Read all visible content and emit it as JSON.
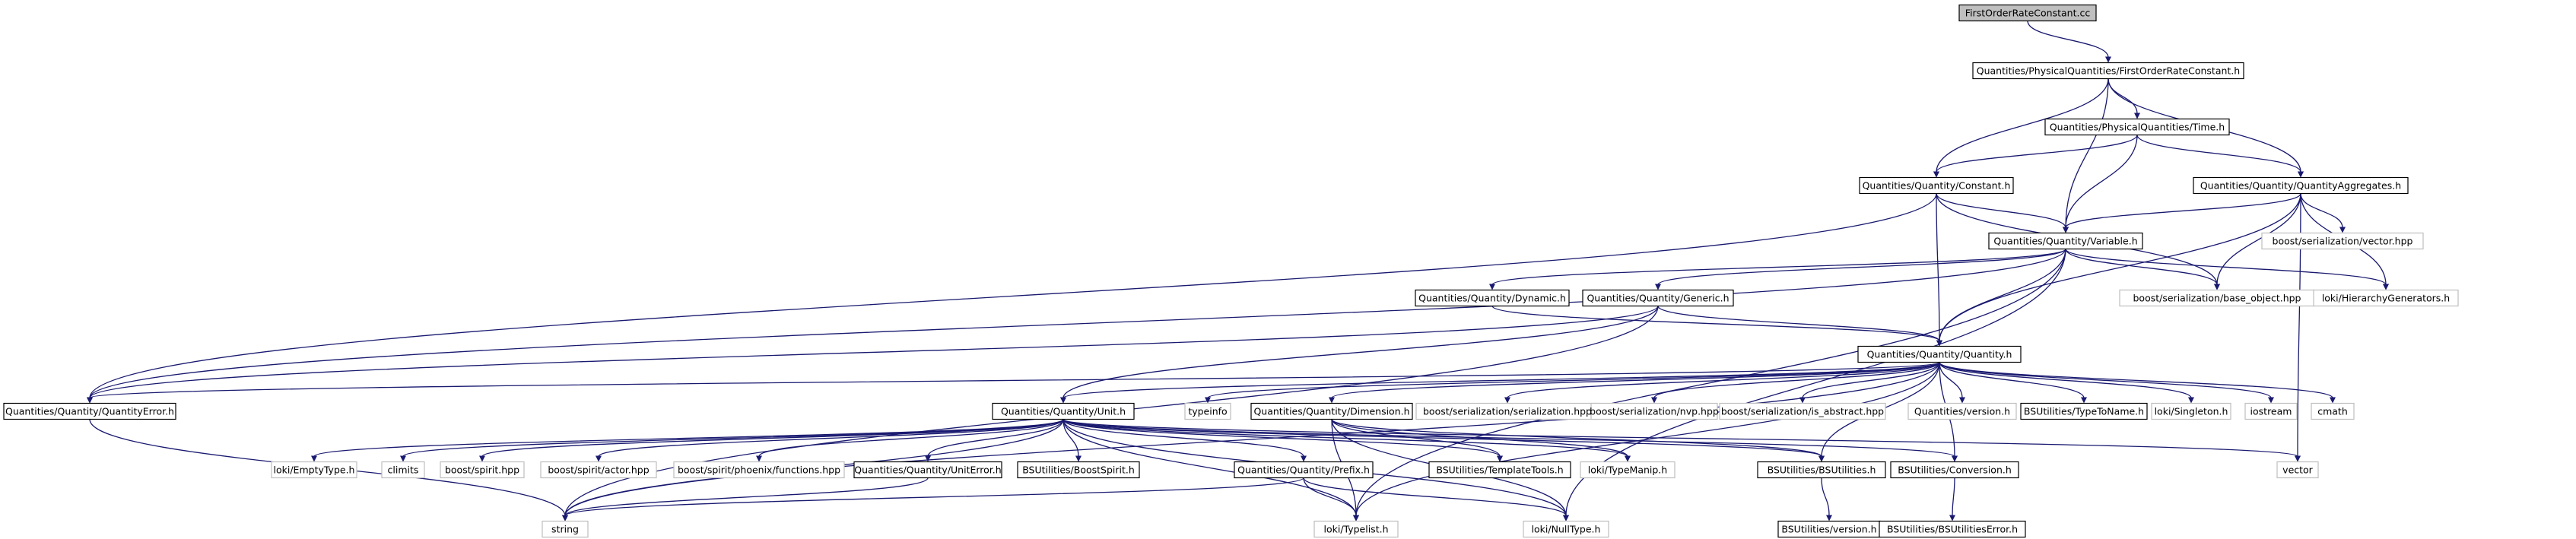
{
  "diagram": {
    "title_file": "FirstOrderRateConstant.cc",
    "colors": {
      "root_fill": "#bfbfbf",
      "local_border": "#000000",
      "system_border": "#bfbfbf",
      "edge": "#191970",
      "background": "#ffffff"
    },
    "nodes": [
      {
        "id": "root",
        "label": "FirstOrderRateConstant.cc",
        "kind": "root"
      },
      {
        "id": "forc_h",
        "label": "Quantities/PhysicalQuantities/FirstOrderRateConstant.h",
        "kind": "local"
      },
      {
        "id": "time_h",
        "label": "Quantities/PhysicalQuantities/Time.h",
        "kind": "local"
      },
      {
        "id": "qagg_h",
        "label": "Quantities/Quantity/QuantityAggregates.h",
        "kind": "local"
      },
      {
        "id": "const_h",
        "label": "Quantities/Quantity/Constant.h",
        "kind": "local"
      },
      {
        "id": "var_h",
        "label": "Quantities/Quantity/Variable.h",
        "kind": "local"
      },
      {
        "id": "vec_hpp",
        "label": "boost/serialization/vector.hpp",
        "kind": "system"
      },
      {
        "id": "dyn_h",
        "label": "Quantities/Quantity/Dynamic.h",
        "kind": "local"
      },
      {
        "id": "gen_h",
        "label": "Quantities/Quantity/Generic.h",
        "kind": "local"
      },
      {
        "id": "bobj_hpp",
        "label": "boost/serialization/base_object.hpp",
        "kind": "system"
      },
      {
        "id": "hier_h",
        "label": "loki/HierarchyGenerators.h",
        "kind": "system"
      },
      {
        "id": "qty_h",
        "label": "Quantities/Quantity/Quantity.h",
        "kind": "local"
      },
      {
        "id": "qerr_h",
        "label": "Quantities/Quantity/QuantityError.h",
        "kind": "local"
      },
      {
        "id": "unit_h",
        "label": "Quantities/Quantity/Unit.h",
        "kind": "local"
      },
      {
        "id": "typeinfo",
        "label": "typeinfo",
        "kind": "system"
      },
      {
        "id": "dim_h",
        "label": "Quantities/Quantity/Dimension.h",
        "kind": "local"
      },
      {
        "id": "ser_hpp",
        "label": "boost/serialization/serialization.hpp",
        "kind": "system"
      },
      {
        "id": "nvp_hpp",
        "label": "boost/serialization/nvp.hpp",
        "kind": "system"
      },
      {
        "id": "abs_hpp",
        "label": "boost/serialization/is_abstract.hpp",
        "kind": "system"
      },
      {
        "id": "ver_h",
        "label": "Quantities/version.h",
        "kind": "system"
      },
      {
        "id": "ttn_h",
        "label": "BSUtilities/TypeToName.h",
        "kind": "local"
      },
      {
        "id": "single_h",
        "label": "loki/Singleton.h",
        "kind": "system"
      },
      {
        "id": "iostream",
        "label": "iostream",
        "kind": "system"
      },
      {
        "id": "cmath",
        "label": "cmath",
        "kind": "system"
      },
      {
        "id": "empty_h",
        "label": "loki/EmptyType.h",
        "kind": "system"
      },
      {
        "id": "climits",
        "label": "climits",
        "kind": "system"
      },
      {
        "id": "spirit_hpp",
        "label": "boost/spirit.hpp",
        "kind": "system"
      },
      {
        "id": "actor_hpp",
        "label": "boost/spirit/actor.hpp",
        "kind": "system"
      },
      {
        "id": "phoenix_hpp",
        "label": "boost/spirit/phoenix/functions.hpp",
        "kind": "system"
      },
      {
        "id": "uerr_h",
        "label": "Quantities/Quantity/UnitError.h",
        "kind": "local"
      },
      {
        "id": "bspirit_h",
        "label": "BSUtilities/BoostSpirit.h",
        "kind": "local"
      },
      {
        "id": "prefix_h",
        "label": "Quantities/Quantity/Prefix.h",
        "kind": "local"
      },
      {
        "id": "ttools_h",
        "label": "BSUtilities/TemplateTools.h",
        "kind": "local"
      },
      {
        "id": "tmanip_h",
        "label": "loki/TypeManip.h",
        "kind": "system"
      },
      {
        "id": "bsu_h",
        "label": "BSUtilities/BSUtilities.h",
        "kind": "local"
      },
      {
        "id": "conv_h",
        "label": "BSUtilities/Conversion.h",
        "kind": "local"
      },
      {
        "id": "vector",
        "label": "vector",
        "kind": "system"
      },
      {
        "id": "string",
        "label": "string",
        "kind": "system"
      },
      {
        "id": "tlist_h",
        "label": "loki/Typelist.h",
        "kind": "system"
      },
      {
        "id": "null_h",
        "label": "loki/NullType.h",
        "kind": "system"
      },
      {
        "id": "bsver_h",
        "label": "BSUtilities/version.h",
        "kind": "local"
      },
      {
        "id": "bserr_h",
        "label": "BSUtilities/BSUtilitiesError.h",
        "kind": "local"
      }
    ],
    "edges": [
      [
        "root",
        "forc_h"
      ],
      [
        "forc_h",
        "time_h"
      ],
      [
        "forc_h",
        "qagg_h"
      ],
      [
        "forc_h",
        "const_h"
      ],
      [
        "forc_h",
        "var_h"
      ],
      [
        "time_h",
        "qagg_h"
      ],
      [
        "time_h",
        "const_h"
      ],
      [
        "time_h",
        "var_h"
      ],
      [
        "qagg_h",
        "var_h"
      ],
      [
        "qagg_h",
        "vec_hpp"
      ],
      [
        "qagg_h",
        "bobj_hpp"
      ],
      [
        "qagg_h",
        "hier_h"
      ],
      [
        "qagg_h",
        "qty_h"
      ],
      [
        "qagg_h",
        "vector"
      ],
      [
        "const_h",
        "var_h"
      ],
      [
        "const_h",
        "bobj_hpp"
      ],
      [
        "const_h",
        "qty_h"
      ],
      [
        "const_h",
        "qerr_h"
      ],
      [
        "var_h",
        "dyn_h"
      ],
      [
        "var_h",
        "gen_h"
      ],
      [
        "var_h",
        "bobj_hpp"
      ],
      [
        "var_h",
        "hier_h"
      ],
      [
        "var_h",
        "qty_h"
      ],
      [
        "var_h",
        "qerr_h"
      ],
      [
        "var_h",
        "tlist_h"
      ],
      [
        "var_h",
        "null_h"
      ],
      [
        "dyn_h",
        "qty_h"
      ],
      [
        "gen_h",
        "qty_h"
      ],
      [
        "gen_h",
        "unit_h"
      ],
      [
        "gen_h",
        "qerr_h"
      ],
      [
        "gen_h",
        "string"
      ],
      [
        "qty_h",
        "qerr_h"
      ],
      [
        "qty_h",
        "unit_h"
      ],
      [
        "qty_h",
        "typeinfo"
      ],
      [
        "qty_h",
        "dim_h"
      ],
      [
        "qty_h",
        "ser_hpp"
      ],
      [
        "qty_h",
        "nvp_hpp"
      ],
      [
        "qty_h",
        "abs_hpp"
      ],
      [
        "qty_h",
        "ver_h"
      ],
      [
        "qty_h",
        "ttn_h"
      ],
      [
        "qty_h",
        "single_h"
      ],
      [
        "qty_h",
        "iostream"
      ],
      [
        "qty_h",
        "cmath"
      ],
      [
        "qty_h",
        "bsu_h"
      ],
      [
        "qty_h",
        "conv_h"
      ],
      [
        "qty_h",
        "tlist_h"
      ],
      [
        "qty_h",
        "string"
      ],
      [
        "qerr_h",
        "string"
      ],
      [
        "unit_h",
        "empty_h"
      ],
      [
        "unit_h",
        "climits"
      ],
      [
        "unit_h",
        "spirit_hpp"
      ],
      [
        "unit_h",
        "actor_hpp"
      ],
      [
        "unit_h",
        "phoenix_hpp"
      ],
      [
        "unit_h",
        "uerr_h"
      ],
      [
        "unit_h",
        "bspirit_h"
      ],
      [
        "unit_h",
        "prefix_h"
      ],
      [
        "unit_h",
        "ttools_h"
      ],
      [
        "unit_h",
        "tmanip_h"
      ],
      [
        "unit_h",
        "bsu_h"
      ],
      [
        "unit_h",
        "conv_h"
      ],
      [
        "unit_h",
        "vector"
      ],
      [
        "unit_h",
        "string"
      ],
      [
        "unit_h",
        "tlist_h"
      ],
      [
        "unit_h",
        "null_h"
      ],
      [
        "dim_h",
        "ttools_h"
      ],
      [
        "dim_h",
        "tmanip_h"
      ],
      [
        "dim_h",
        "bsu_h"
      ],
      [
        "dim_h",
        "tlist_h"
      ],
      [
        "dim_h",
        "null_h"
      ],
      [
        "uerr_h",
        "string"
      ],
      [
        "prefix_h",
        "tlist_h"
      ],
      [
        "prefix_h",
        "null_h"
      ],
      [
        "prefix_h",
        "string"
      ],
      [
        "bsu_h",
        "bsver_h"
      ],
      [
        "conv_h",
        "bserr_h"
      ]
    ]
  }
}
